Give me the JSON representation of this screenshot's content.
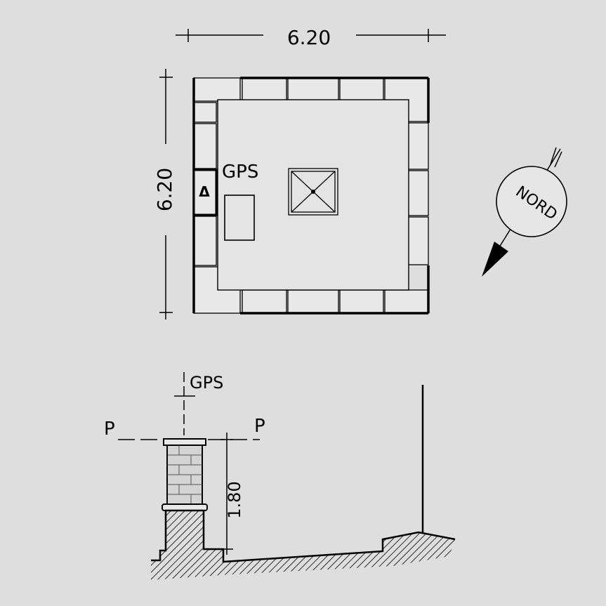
{
  "plan": {
    "width_dim": "6.20",
    "height_dim": "6.20",
    "gps_label": "GPS",
    "benchmark_symbol": "Δ"
  },
  "compass": {
    "label": "NORD"
  },
  "section": {
    "gps_label": "GPS",
    "p_left": "P",
    "p_right": "P",
    "height_dim": "1.80"
  },
  "colors": {
    "background": "#dedede",
    "ink": "#000000",
    "block_fill": "#e8e8e8",
    "slab_fill": "#e4e4e4"
  }
}
